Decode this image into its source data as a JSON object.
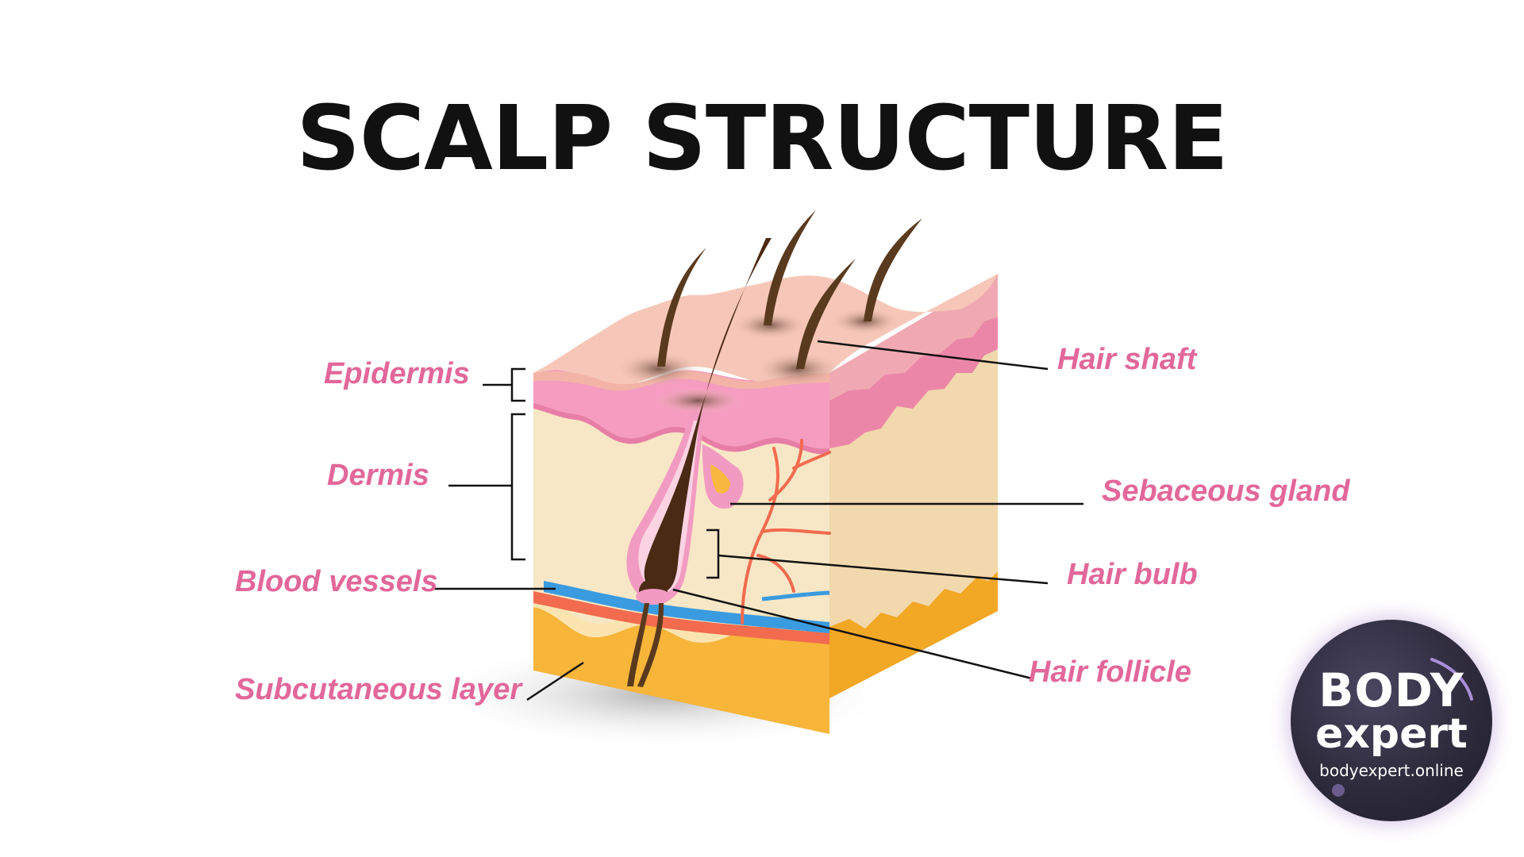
{
  "title": "SCALP STRUCTURE",
  "labels": {
    "epidermis": "Epidermis",
    "dermis": "Dermis",
    "blood_vessels": "Blood vessels",
    "subcutaneous_layer": "Subcutaneous layer",
    "hair_shaft": "Hair shaft",
    "sebaceous_gland": "Sebaceous gland",
    "hair_bulb": "Hair bulb",
    "hair_follicle": "Hair follicle"
  },
  "logo": {
    "line1": "BODY",
    "line2": "expert",
    "url": "bodyexpert.online"
  },
  "colors": {
    "label": "#e2679a",
    "title": "#111111",
    "epidermis_top": "#f6c7b8",
    "epidermis_band": "#f59cc0",
    "dermis": "#f8e7c6",
    "subcutaneous": "#f7b53a",
    "artery": "#f26b4f",
    "vein": "#3a9be0",
    "hair": "#4a2a14",
    "badge_bg": "#2e2b3c"
  }
}
